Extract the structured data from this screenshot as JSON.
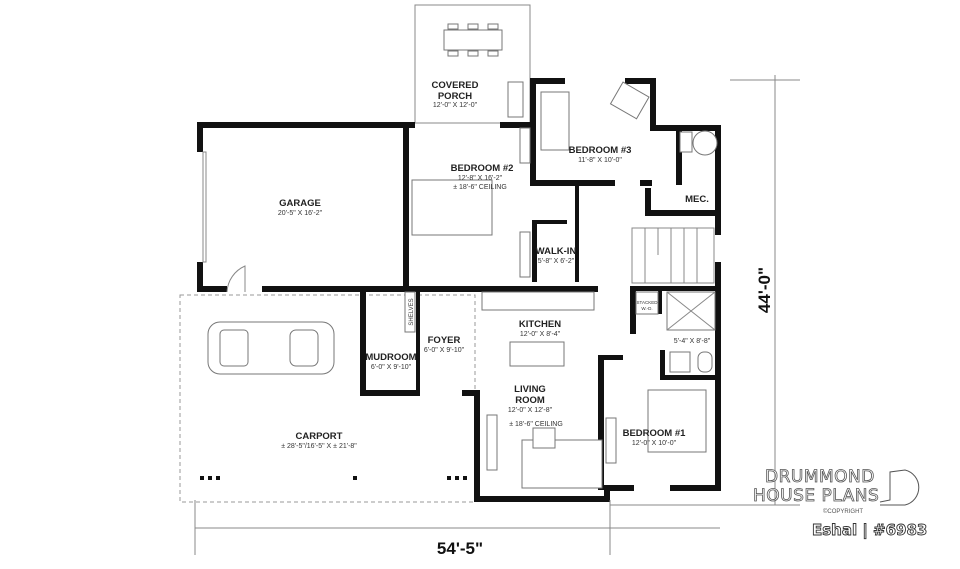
{
  "rooms": {
    "porch": {
      "name_line1": "COVERED",
      "name_line2": "PORCH",
      "size": "12'-0\" X 12'-0\""
    },
    "bedroom3": {
      "name": "BEDROOM #3",
      "size": "11'-8\" X 10'-0\""
    },
    "bedroom2": {
      "name": "BEDROOM #2",
      "size": "12'-8\" X 16'-2\"",
      "ceiling": "± 18'-6\" CEILING"
    },
    "garage": {
      "name": "GARAGE",
      "size": "20'-5\" X 16'-2\""
    },
    "mec": {
      "name": "MEC."
    },
    "walkin": {
      "name": "WALK-IN",
      "size": "5'-8\" X 6'-2\""
    },
    "kitchen": {
      "name": "KITCHEN",
      "size": "12'-0\" X 8'-4\""
    },
    "foyer": {
      "name": "FOYER",
      "size": "6'-0\" X 9'-10\""
    },
    "shelves": {
      "name": "SHELVES"
    },
    "mudroom": {
      "name": "MUDROOM",
      "size": "6'-0\" X 9'-10\""
    },
    "living": {
      "name_line1": "LIVING",
      "name_line2": "ROOM",
      "size": "12'-0\" X 12'-8\"",
      "ceiling": "± 18'-6\" CEILING"
    },
    "stacked": {
      "line1": "STACKED",
      "line2": "W.-D."
    },
    "bathroom": {
      "size": "5'-4\" X 8'-8\""
    },
    "bedroom1": {
      "name": "BEDROOM #1",
      "size": "12'-0\" X 10'-0\""
    },
    "carport": {
      "name": "CARPORT",
      "size": "± 28'-5\"/16'-5\" X ± 21'-8\""
    }
  },
  "dimensions": {
    "width": "54'-5\"",
    "depth": "44'-0\""
  },
  "branding": {
    "line1": "DRUMMOND",
    "line2": "HOUSE PLANS",
    "copyright": "©COPYRIGHT",
    "plan_name": "Eshal | #6983"
  }
}
